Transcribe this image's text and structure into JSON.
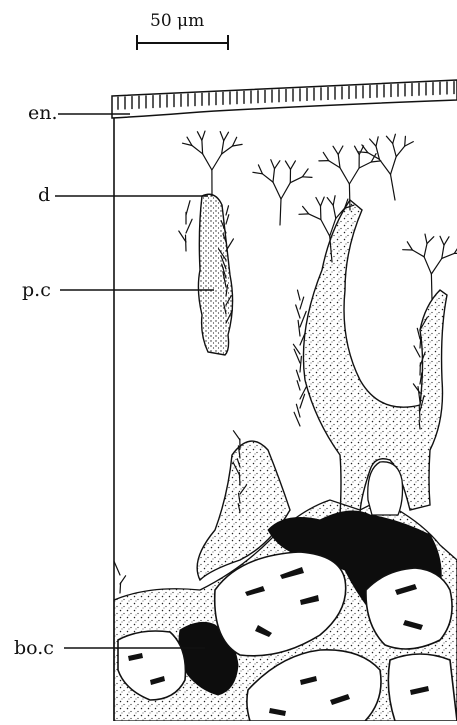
{
  "scale_bar": {
    "label": "50 μm"
  },
  "labels": {
    "en": "en.",
    "d": "d",
    "pc": "p.c",
    "boc": "bo.c"
  }
}
